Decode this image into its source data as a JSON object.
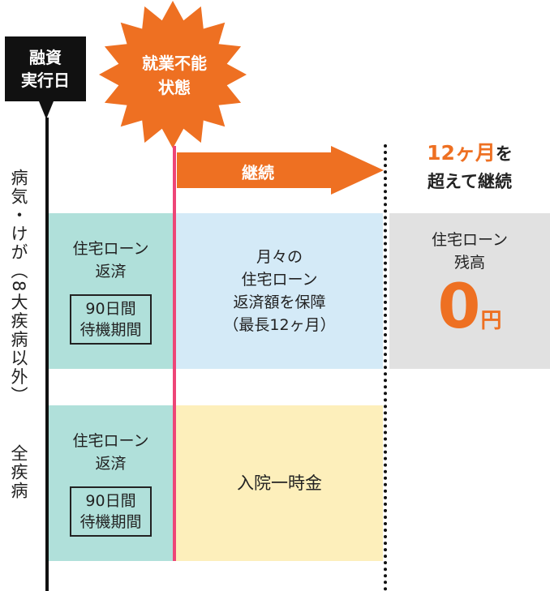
{
  "start": {
    "line1": "融資",
    "line2": "実行日"
  },
  "event": {
    "line1": "就業不能",
    "line2": "状態"
  },
  "arrow_label": "継続",
  "beyond": {
    "highlight": "12ヶ月",
    "suffix": "を",
    "line2": "超えて継続"
  },
  "row_labels": {
    "illness": "病気・けが（8大疾病以外）",
    "all": "全疾病"
  },
  "row1": {
    "waiting": {
      "line1": "住宅ローン",
      "line2": "返済",
      "box1": "90日間",
      "box2": "待機期間"
    },
    "benefit": {
      "line1": "月々の",
      "line2": "住宅ローン",
      "line3": "返済額を保障",
      "line4": "（最長12ヶ月）"
    },
    "after": {
      "line1": "住宅ローン",
      "line2": "残高",
      "amount": "0",
      "unit": "円"
    }
  },
  "row2": {
    "waiting": {
      "line1": "住宅ローン",
      "line2": "返済",
      "box1": "90日間",
      "box2": "待機期間"
    },
    "benefit": "入院一時金"
  },
  "colors": {
    "orange": "#ee7022",
    "pink": "#ee4577",
    "teal": "#b0e0da",
    "blue": "#d4eaf7",
    "grey": "#e1e1e1",
    "yellow": "#fdefbb"
  }
}
